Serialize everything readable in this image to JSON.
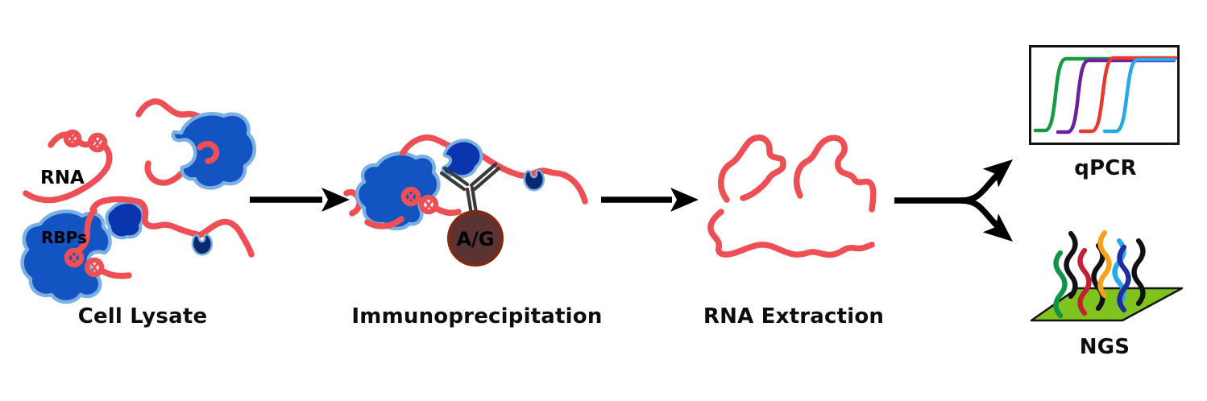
{
  "stages": [
    {
      "id": "cell-lysate",
      "label": "Cell Lysate"
    },
    {
      "id": "immunoprecipitation",
      "label": "Immunoprecipitation"
    },
    {
      "id": "rna-extraction",
      "label": "RNA Extraction"
    },
    {
      "id": "qpcr",
      "label": "qPCR"
    },
    {
      "id": "ngs",
      "label": "NGS"
    }
  ],
  "annotations": {
    "rna": "RNA",
    "rbps": "RBPs",
    "bead": "A/G"
  },
  "colors": {
    "rna-red": "#ee4f55",
    "protein-blue": "#1254c2",
    "protein-outline": "#7ab0e4",
    "protein-dark-blue": "#0b35ae",
    "protein-navy": "#0a2a70",
    "bead-fill": "#5b3333",
    "bead-outline": "#7e2b10",
    "antibody-gray": "#3a3a3a",
    "arrow-black": "#000000",
    "flowcell-green": "#7fc31d",
    "box-border": "#141414"
  },
  "qpcr_chart": {
    "type": "line",
    "description": "stylized qPCR amplification sigmoid curves, no axis labels",
    "curve_colors": [
      "#169b42",
      "#6a219b",
      "#e63a2e",
      "#29a8e8"
    ]
  },
  "ngs_strand_colors": [
    "#0e9447",
    "#111111",
    "#c41f35",
    "#111111",
    "#f6a01c",
    "#2aa9e8",
    "#1f2d9e",
    "#111111"
  ]
}
